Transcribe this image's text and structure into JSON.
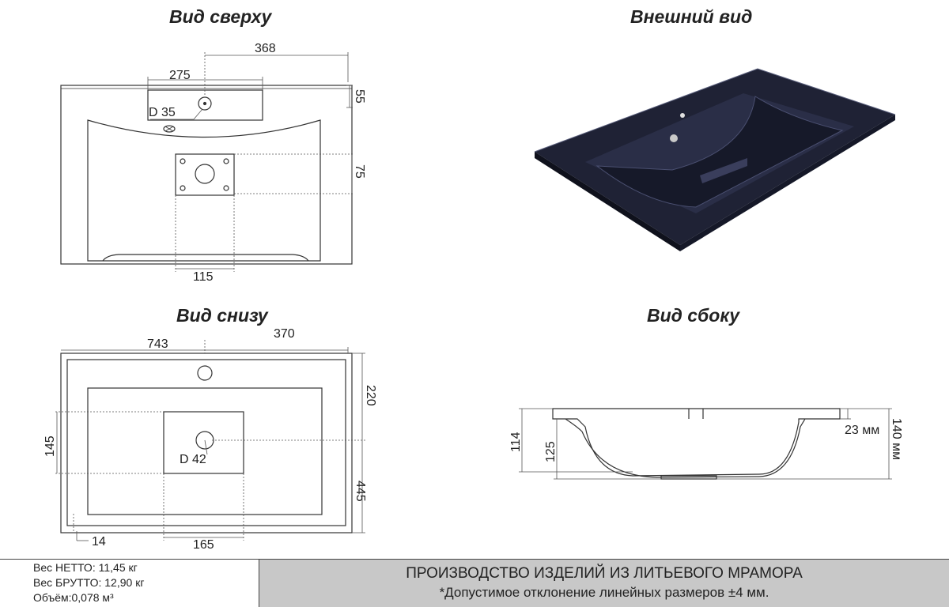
{
  "views": {
    "top": "Вид сверху",
    "external": "Внешний вид",
    "bottom": "Вид снизу",
    "side": "Вид сбоку"
  },
  "top_view_dims": {
    "d368": "368",
    "d275": "275",
    "d55": "55",
    "d_d35": "D 35",
    "d75": "75",
    "d115": "115"
  },
  "bottom_view_dims": {
    "d743": "743",
    "d370": "370",
    "d220": "220",
    "d145": "145",
    "d_d42": "D 42",
    "d445": "445",
    "d14": "14",
    "d165": "165"
  },
  "side_view_dims": {
    "d114": "114",
    "d125": "125",
    "d23": "23 мм",
    "d140": "140 мм"
  },
  "footer": {
    "weight_net": "Вес НЕТТО: 11,45 кг",
    "weight_gross": "Вес БРУТТО: 12,90 кг",
    "volume": "Объём:0,078 м³",
    "heading": "ПРОИЗВОДСТВО ИЗДЕЛИЙ ИЗ ЛИТЬЕВОГО МРАМОРА",
    "note": "*Допустимое отклонение линейных размеров ±4 мм."
  }
}
